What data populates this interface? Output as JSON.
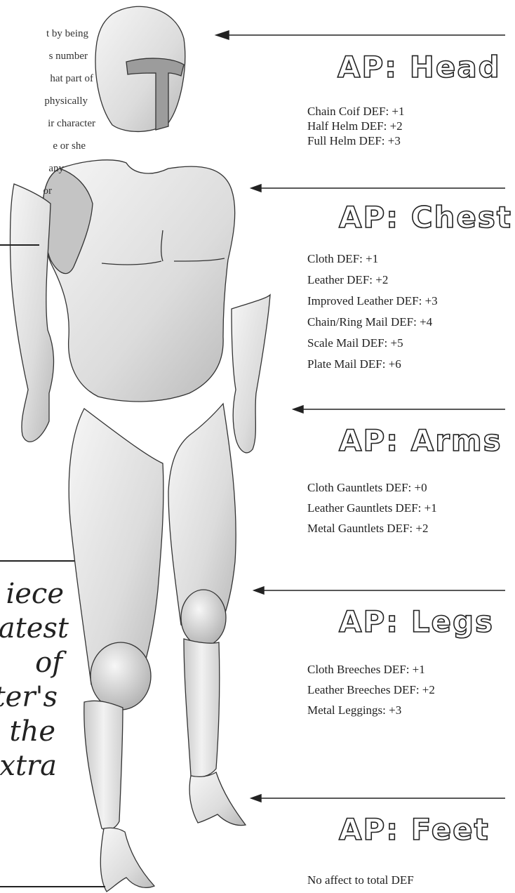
{
  "intro_fragments": [
    "t by being",
    "s number",
    "hat part of",
    "physically",
    "ir character",
    "e or she",
    "any",
    "or"
  ],
  "big_fragments": [
    "iece",
    "atest",
    "of",
    "ter's",
    "the",
    "extra"
  ],
  "sections": [
    {
      "heading": "AP: Head",
      "items": [
        "Chain Coif DEF: +1",
        "Half Helm DEF: +2",
        "Full Helm DEF: +3"
      ]
    },
    {
      "heading": "AP: Chest",
      "items": [
        "Cloth DEF: +1",
        "Leather DEF: +2",
        "Improved Leather DEF: +3",
        "Chain/Ring Mail DEF: +4",
        "Scale Mail DEF: +5",
        "Plate Mail DEF: +6"
      ]
    },
    {
      "heading": "AP: Arms",
      "items": [
        "Cloth Gauntlets DEF:  +0",
        "Leather Gauntlets DEF: +1",
        "Metal Gauntlets DEF: +2"
      ]
    },
    {
      "heading": "AP: Legs",
      "items": [
        "Cloth Breeches DEF: +1",
        "Leather Breeches DEF: +2",
        "Metal Leggings: +3"
      ]
    },
    {
      "heading": "AP: Feet",
      "items": [
        "No affect to total DEF"
      ]
    }
  ],
  "colors": {
    "ink": "#222222",
    "figure_light": "#f2f2f2",
    "figure_dark": "#b5b5b5"
  }
}
